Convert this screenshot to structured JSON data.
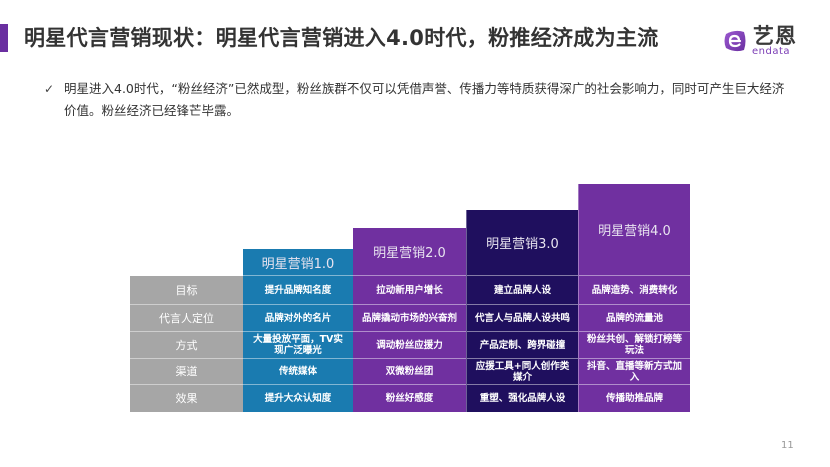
{
  "header": {
    "title": "明星代言营销现状：明星代言营销进入4.0时代，粉推经济成为主流",
    "accent_color": "#6a2fa0"
  },
  "logo": {
    "icon": "endata-logo-icon",
    "cn": "艺恩",
    "en": "endata"
  },
  "bullet": {
    "icon": "check-icon",
    "glyph": "✓",
    "text": "明星进入4.0时代，“粉丝经济”已然成型，粉丝族群不仅可以凭借声誉、传播力等特质获得深广的社会影响力，同时可产生巨大经济价值。粉丝经济已经锋芒毕露。"
  },
  "table": {
    "row_labels": [
      "目标",
      "代言人定位",
      "方式",
      "渠道",
      "效果"
    ],
    "columns": [
      {
        "header": "明星营销1.0",
        "color": "#1a7bb0",
        "cells": [
          "提升品牌知名度",
          "品牌对外的名片",
          "大量投放平面，TV实现广泛曝光",
          "传统媒体",
          "提升大众认知度"
        ]
      },
      {
        "header": "明星营销2.0",
        "color": "#7030a0",
        "cells": [
          "拉动新用户增长",
          "品牌撬动市场的兴奋剂",
          "调动粉丝应援力",
          "双微粉丝团",
          "粉丝好感度"
        ]
      },
      {
        "header": "明星营销3.0",
        "color": "#1f0f5e",
        "cells": [
          "建立品牌人设",
          "代言人与品牌人设共鸣",
          "产品定制、跨界碰撞",
          "应援工具+同人创作类媒介",
          "重塑、强化品牌人设"
        ]
      },
      {
        "header": "明星营销4.0",
        "color": "#7030a0",
        "cells": [
          "品牌造势、消费转化",
          "品牌的流量池",
          "粉丝共创、解锁打榜等玩法",
          "抖音、直播等新方式加入",
          "传播助推品牌"
        ]
      }
    ]
  },
  "footer": {
    "page_number": "11"
  }
}
